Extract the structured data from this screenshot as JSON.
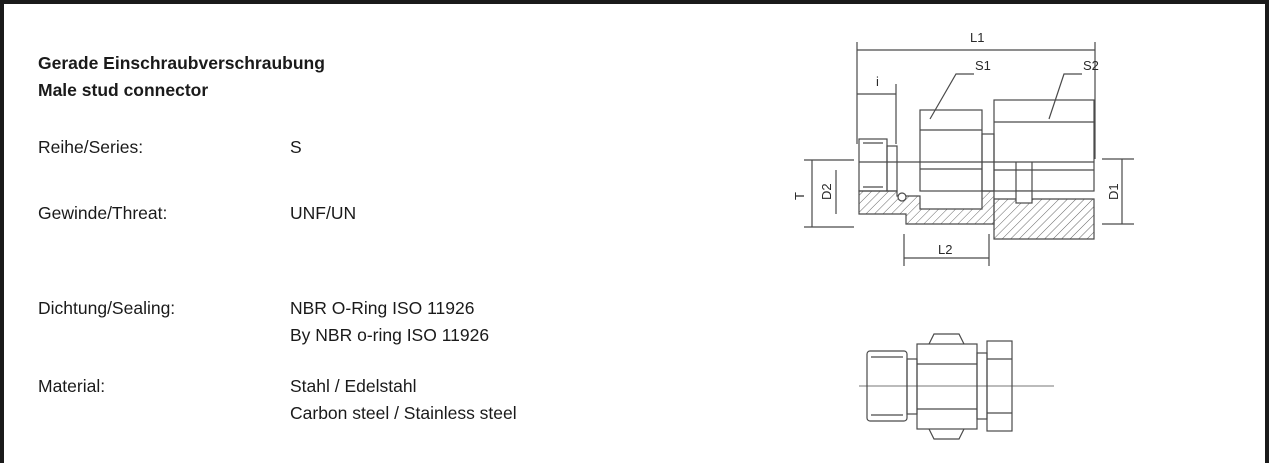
{
  "title": {
    "line1": "Gerade Einschraubverschraubung",
    "line2": "Male stud connector"
  },
  "specs": [
    {
      "label": "Reihe/Series:",
      "value1": "S",
      "value2": ""
    },
    {
      "label": "Gewinde/Threat:",
      "value1": "UNF/UN",
      "value2": ""
    },
    {
      "label": "Dichtung/Sealing:",
      "value1": "NBR O-Ring ISO 11926",
      "value2": "By NBR o-ring ISO 11926"
    },
    {
      "label": "Material:",
      "value1": "Stahl / Edelstahl",
      "value2": "Carbon steel / Stainless steel"
    }
  ],
  "drawing": {
    "dim_labels": {
      "L1": "L1",
      "L2": "L2",
      "i": "i",
      "S1": "S1",
      "S2": "S2",
      "T": "T",
      "D1": "D1",
      "D2": "D2"
    },
    "line_color": "#4a4a4a"
  }
}
